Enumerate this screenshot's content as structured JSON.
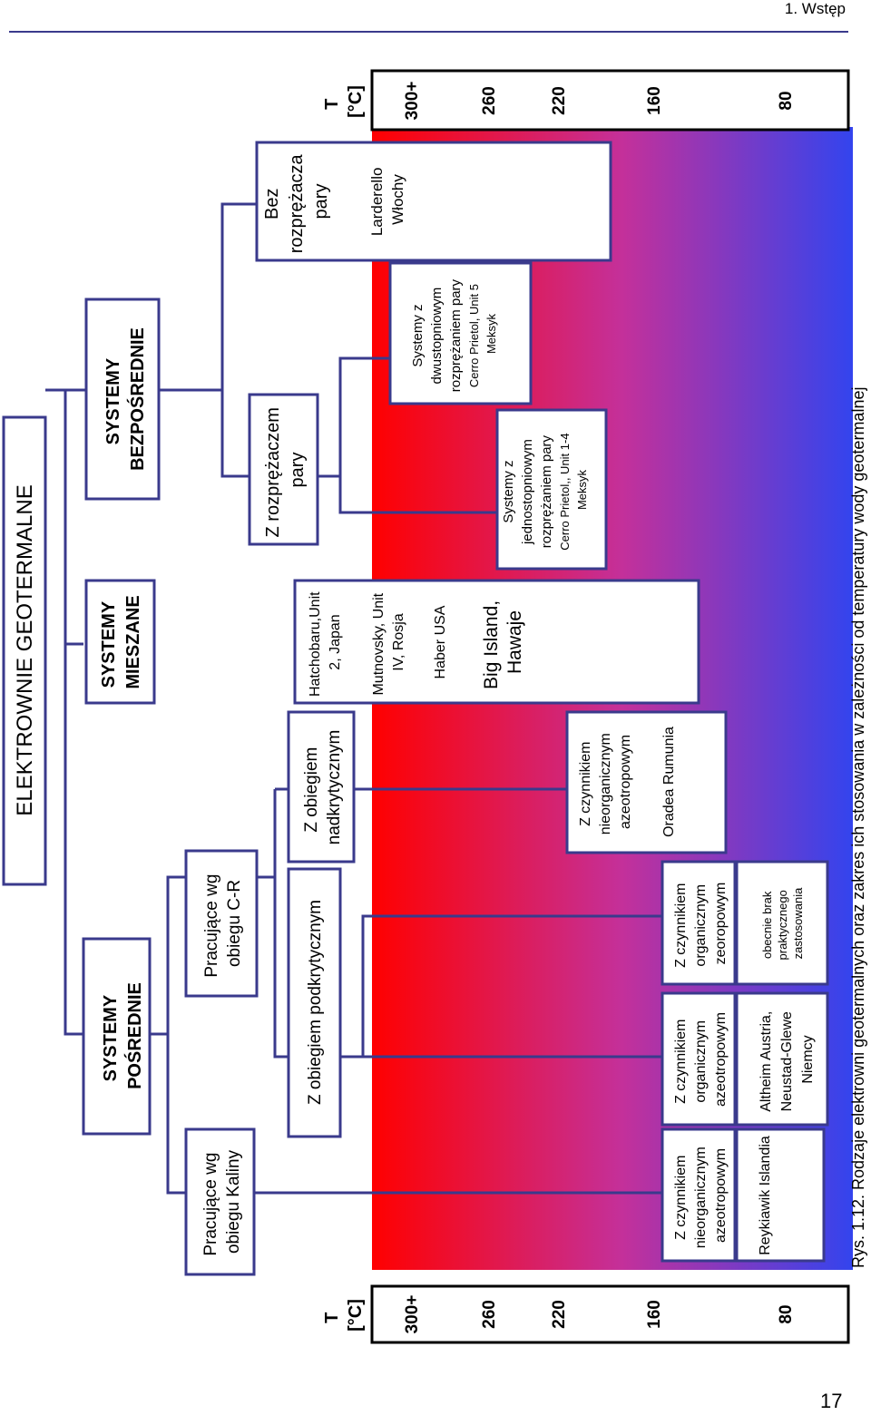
{
  "header": {
    "chapter": "1. Wstęp",
    "page_number": "17"
  },
  "caption": "Rys. 1.12. Rodzaje elektrowni geotermalnych oraz zakres ich stosowania w zależności od temperatury wody geotermalnej",
  "title": "ELEKTROWNIE GEOTERMALNE",
  "temperature_scale": {
    "label_line1": "T",
    "label_line2": "[°C]",
    "ticks": [
      "300+",
      "260",
      "220",
      "160",
      "80"
    ]
  },
  "categories": {
    "indirect": {
      "line1": "SYSTEMY",
      "line2": "POŚREDNIE"
    },
    "mixed": {
      "line1": "SYSTEMY",
      "line2": "MIESZANE"
    },
    "direct": {
      "line1": "SYSTEMY",
      "line2": "BEZPOŚREDNIE"
    }
  },
  "indirect": {
    "kalina": {
      "line1": "Pracujące wg",
      "line2": "obiegu Kaliny"
    },
    "cr": {
      "line1": "Pracujące wg",
      "line2": "obiegu C-R"
    },
    "subcritical": {
      "line1": "Z obiegiem podkrytycznym"
    },
    "supercritical": {
      "line1": "Z obiegiem",
      "line2": "nadkrytycznym"
    },
    "kalina_fluid": {
      "line1": "Z czynnikiem",
      "line2": "nieorganicznym",
      "line3": "azeotropowym"
    },
    "kalina_example": "Reykiawik Islandia",
    "org_azeo": {
      "line1": "Z czynnikiem",
      "line2": "organicznym",
      "line3": "azeotropowym"
    },
    "org_azeo_example": {
      "line1": "Altheim Austria,",
      "line2": "Neustad-Glewe",
      "line3": "Niemcy"
    },
    "org_zeo": {
      "line1": "Z czynnikiem",
      "line2": "organicznym",
      "line3": "zeoropowym"
    },
    "org_zeo_example": {
      "line1": "obecnie brak",
      "line2": "praktycznego",
      "line3": "zastosowania"
    },
    "inorg_azeo": {
      "line1": "Z czynnikiem",
      "line2": "nieorganicznym",
      "line3": "azeotropowym"
    },
    "inorg_azeo_example": "Oradea Rumunia"
  },
  "mixed": {
    "ex1": {
      "line1": "Hatchobaru,Unit",
      "line2": "2, Japan"
    },
    "ex2": {
      "line1": "Mutnovsky, Unit",
      "line2": "IV, Rosja"
    },
    "ex3": "Haber USA",
    "ex4": {
      "line1": "Big Island,",
      "line2": "Hawaje"
    }
  },
  "direct": {
    "with_separator": {
      "line1": "Z rozprężaczem",
      "line2": "pary"
    },
    "without_separator": {
      "line1": "Bez",
      "line2": "rozprężacza",
      "line3": "pary"
    },
    "without_example": {
      "line1": "Larderello",
      "line2": "Włochy"
    },
    "single_flash": {
      "line1": "Systemy z",
      "line2": "jednostopniowym",
      "line3": "rozprężaniem pary",
      "line4": "Cerro Prietol,, Unit 1-4",
      "line5": "Meksyk"
    },
    "double_flash": {
      "line1": "Systemy z",
      "line2": "dwustopniowym",
      "line3": "rozprężaniem pary",
      "line4": "Cerro Prietol, Unit 5",
      "line5": "Meksyk"
    }
  },
  "colors": {
    "hot": "#ff0000",
    "cold": "#3344ee",
    "frame": "#3a3a8c",
    "scale_fill": "#ffffff"
  }
}
